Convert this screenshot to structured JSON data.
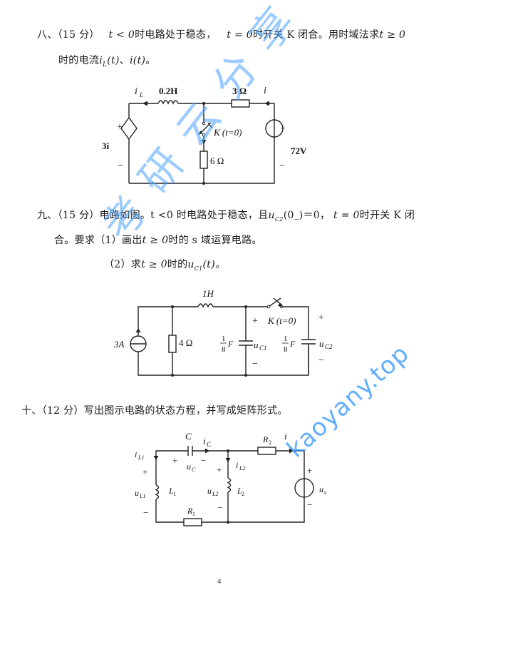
{
  "page": {
    "page_number": "4"
  },
  "problems": [
    {
      "id": "8",
      "heading": "八、（15 分）",
      "line1_parts": [
        "t < 0",
        "时电路处于稳态，",
        "t = 0",
        "时开关 K 闭合。用时域法求",
        "t ≥ 0"
      ],
      "line2_parts": [
        "时的电流",
        "i",
        "L",
        "(t)",
        "、",
        "i(t)",
        "。"
      ],
      "circuit": {
        "labels": {
          "iL": "i",
          "iL_sub": "L",
          "inductor": "0.2H",
          "resistor_top": "3 Ω",
          "current_i": "i",
          "dep_source": "3i",
          "plus_left": "+",
          "minus_left": "−",
          "switch": "K (t=0)",
          "resistor_mid": "6 Ω",
          "plus_right": "+",
          "minus_right": "−",
          "voltage_source": "72V"
        }
      }
    },
    {
      "id": "9",
      "heading": "九、（15 分）",
      "line1_parts": [
        "电路如图。t <0 时电路处于稳态，且",
        "u",
        "C2",
        "(0",
        "−",
        ")＝0，",
        "t = 0",
        "时开关 K 闭"
      ],
      "line2": "合。要求（1）画出",
      "line2_var": "t ≥ 0",
      "line2_rest": "时的 s 域运算电路。",
      "line3": "（2）求",
      "line3_var": "t ≥ 0",
      "line3_mid": "时的",
      "line3_u": "u",
      "line3_sub": "C1",
      "line3_end": "(t)。",
      "circuit": {
        "labels": {
          "inductor": "1H",
          "current_source": "3A",
          "resistor": "4 Ω",
          "cap1_num": "1",
          "cap1_den": "8",
          "cap1_unit": "F",
          "cap2_num": "1",
          "cap2_den": "8",
          "cap2_unit": "F",
          "uC1": "u",
          "uC1_sub": "C1",
          "uC2": "u",
          "uC2_sub": "C2",
          "switch": "K (t=0)",
          "plus": "+",
          "minus": "−"
        }
      }
    },
    {
      "id": "10",
      "heading": "十、（12 分）",
      "text": "写出图示电路的状态方程，并写成矩阵形式。",
      "circuit": {
        "labels": {
          "C": "C",
          "iC": "i",
          "iC_sub": "C",
          "R2": "R",
          "R2_sub": "2",
          "i": "i",
          "iL1": "i",
          "iL1_sub": "L1",
          "iL2": "i",
          "iL2_sub": "L2",
          "uC": "u",
          "uC_sub": "C",
          "uL1": "u",
          "uL1_sub": "L1",
          "L1": "L",
          "L1_sub": "1",
          "uL2": "u",
          "uL2_sub": "L2",
          "L2": "L",
          "L2_sub": "2",
          "R1": "R",
          "R1_sub": "1",
          "us": "u",
          "us_sub": "s",
          "plus": "+",
          "minus": "−"
        }
      }
    }
  ],
  "watermark": {
    "chinese": "考研云分享",
    "url": "kaoyany.top",
    "color": "#4da3ff"
  }
}
